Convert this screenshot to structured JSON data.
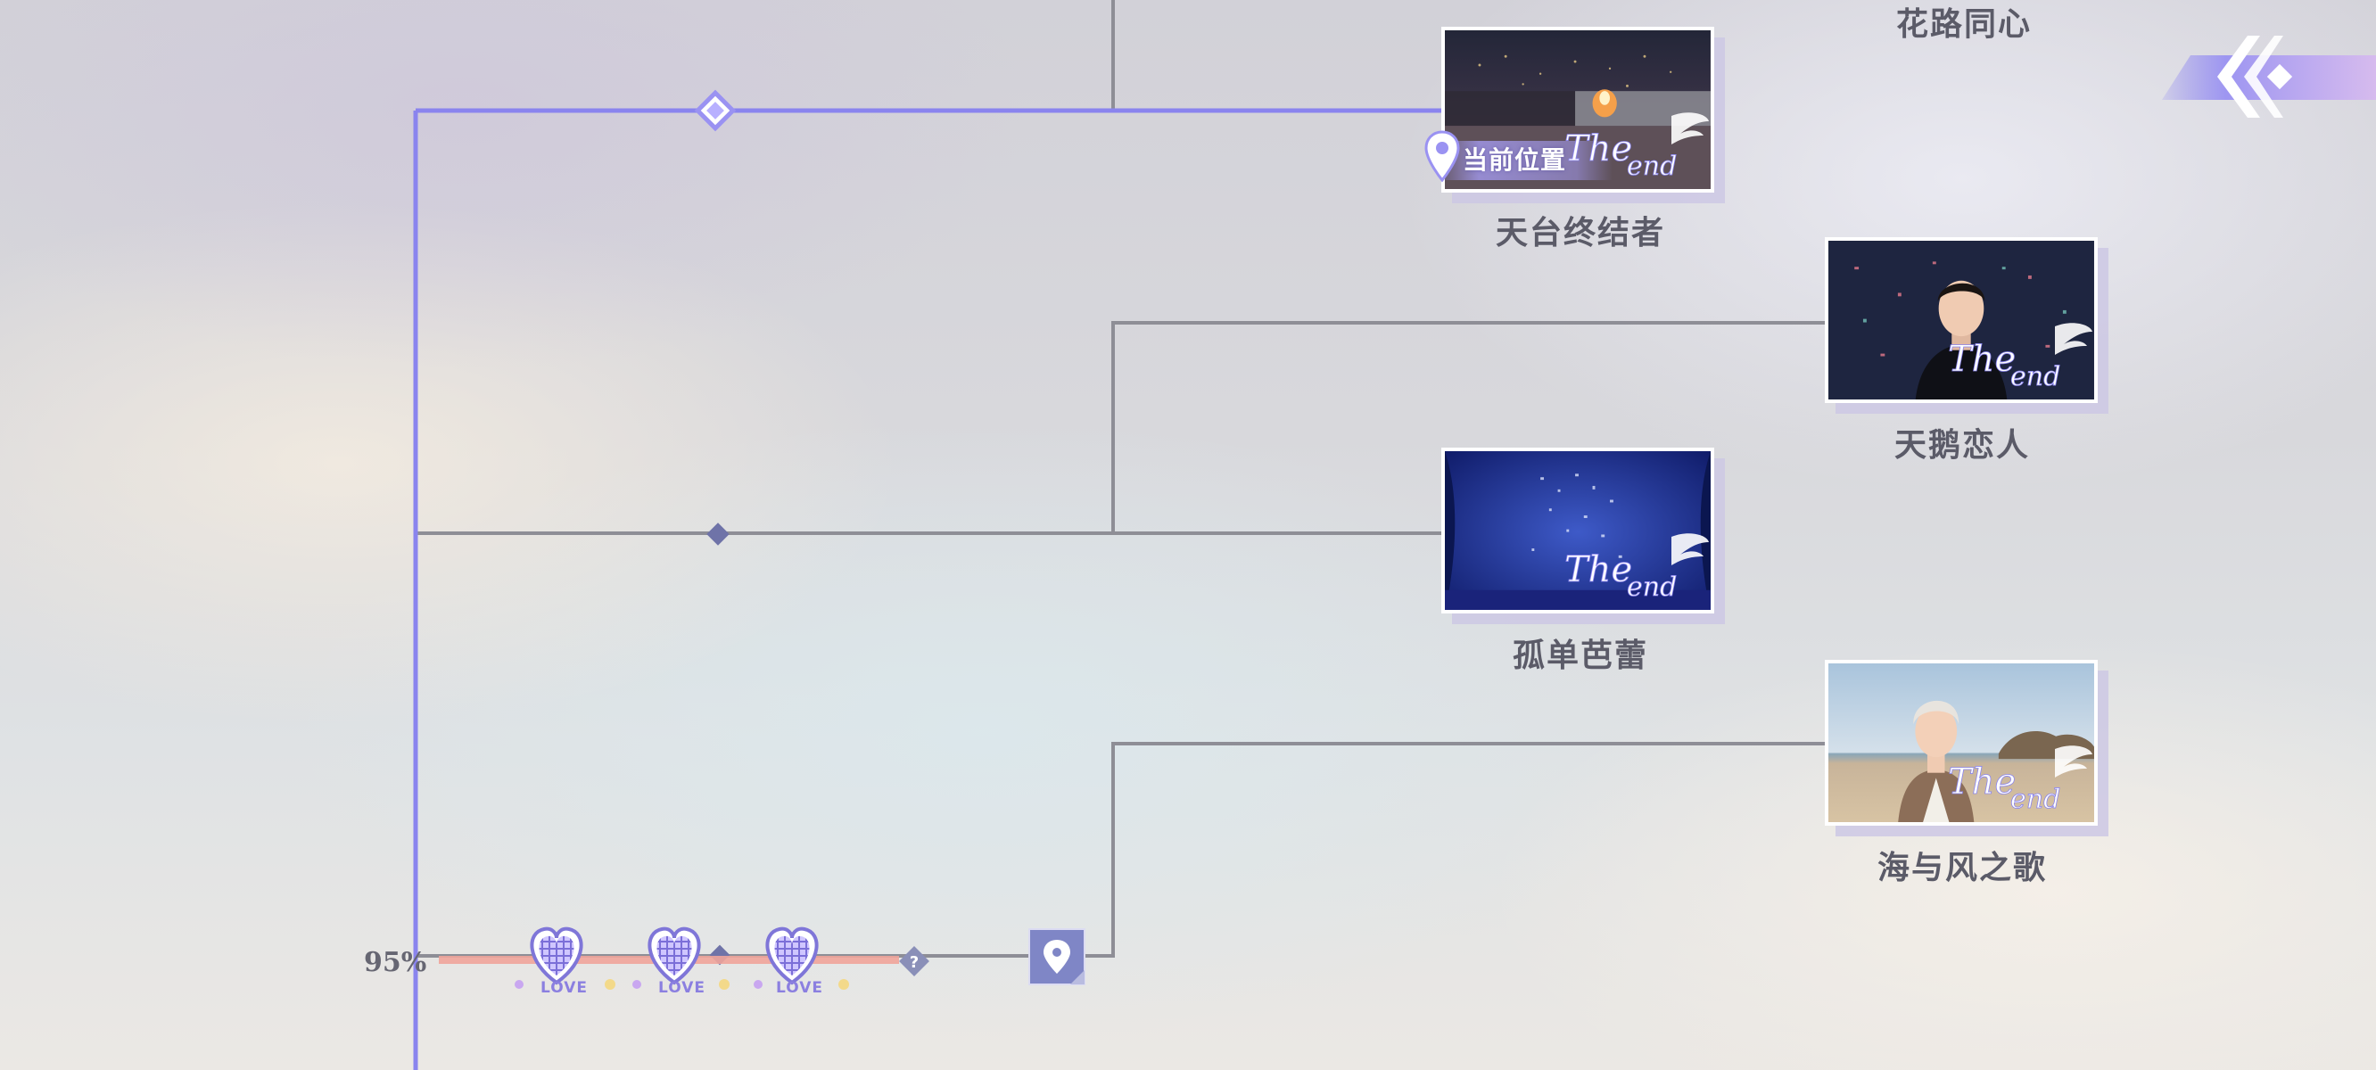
{
  "branches": {
    "top_partial": {
      "title": "花路同心"
    },
    "rooftop": {
      "title": "天台终结者",
      "current_location_label": "当前位置",
      "is_current": true
    },
    "swan": {
      "title": "天鹅恋人"
    },
    "ballet": {
      "title": "孤单芭蕾"
    },
    "sea": {
      "title": "海与风之歌"
    }
  },
  "progress": {
    "percent_label": "95%",
    "percent_value": 95,
    "hearts": [
      {
        "label": "LOVE"
      },
      {
        "label": "LOVE"
      },
      {
        "label": "LOVE"
      }
    ],
    "unknown_node_glyph": "?"
  },
  "ending_badge": "The end",
  "colors": {
    "active_path": "#8a84ee",
    "inactive_path": "#8e8e96",
    "progress_bar": "#f0a49a",
    "card_shadow": "#cdc8e4",
    "title_text": "#5b5b68"
  },
  "icons": {
    "back": "double-chevron-left-icon",
    "location": "location-pin-icon",
    "heart": "heart-icon",
    "unknown": "question-diamond-icon"
  }
}
